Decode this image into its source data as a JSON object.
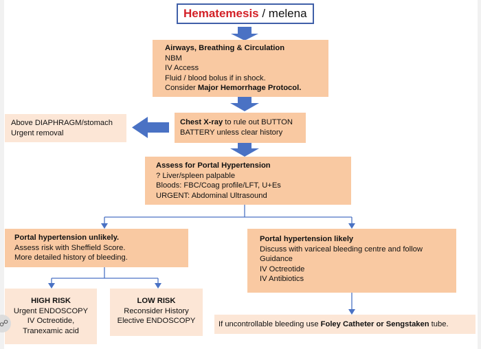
{
  "title": {
    "emphasis": "Hematemesis",
    "rest": " / melena"
  },
  "abc": {
    "heading": "Airways, Breathing & Circulation",
    "lines": [
      "NBM",
      "IV Access",
      "Fluid / blood bolus if in shock."
    ],
    "last_prefix": "Consider ",
    "last_bold": "Major Hemorrhage Protocol."
  },
  "xray": {
    "bold": "Chest X-ray",
    "rest1": " to rule out BUTTON",
    "line2": "BATTERY unless clear history"
  },
  "above": {
    "lines": [
      "Above DIAPHRAGM/stomach",
      "Urgent removal"
    ]
  },
  "portal": {
    "heading": "Assess for Portal Hypertension",
    "lines": [
      "? Liver/spleen palpable",
      "Bloods: FBC/Coag profile/LFT, U+Es",
      "URGENT: Abdominal Ultrasound"
    ]
  },
  "unlikely": {
    "heading": "Portal hypertension unlikely.",
    "lines": [
      "Assess risk with Sheffield Score.",
      "More detailed history of bleeding."
    ]
  },
  "likely": {
    "heading": "Portal hypertension likely",
    "lines": [
      "Discuss with variceal bleeding centre and follow",
      "Guidance",
      "IV Octreotide",
      "IV Antibiotics"
    ]
  },
  "high": {
    "heading": "HIGH RISK",
    "lines": [
      "Urgent ENDOSCOPY",
      "IV Octreotide,",
      "Tranexamic acid"
    ]
  },
  "low": {
    "heading": "LOW RISK",
    "lines": [
      "Reconsider History",
      "Elective ENDOSCOPY"
    ]
  },
  "foley": {
    "prefix": "If uncontrollable bleeding use ",
    "bold": "Foley Catheter or Sengstaken",
    "suffix": " tube."
  },
  "colors": {
    "arrow": "#4a72c4",
    "box": "#f9c9a2",
    "box_light": "#fce6d6",
    "title_border": "#3f5fa8",
    "title_red": "#d32027"
  }
}
